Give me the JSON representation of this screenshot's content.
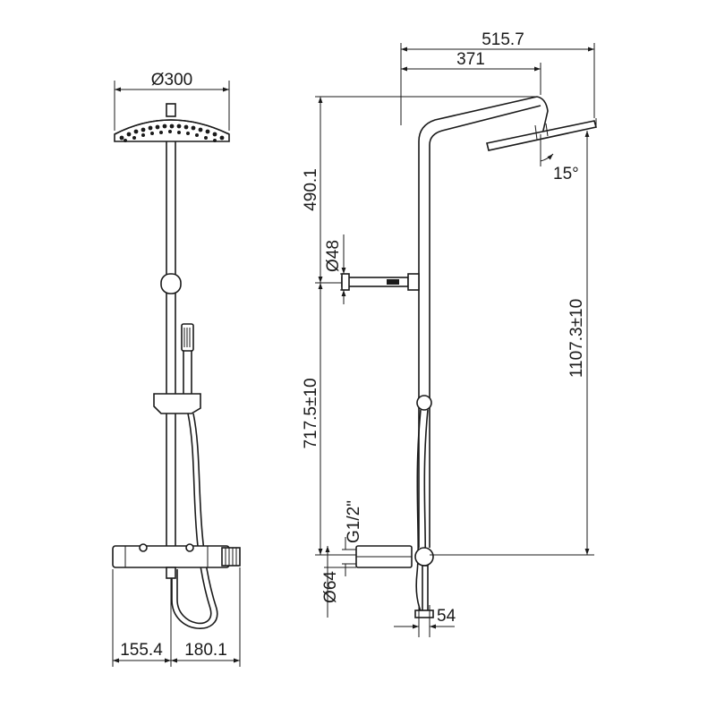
{
  "labels": {
    "dia_head": "Ø300",
    "overall_width": "515.7",
    "arm_length": "371",
    "head_height": "490.1",
    "dia_support": "Ø48",
    "overall_height": "1107.3±10",
    "lower_height": "717.5±10",
    "tilt_angle": "15°",
    "connection": "G1/2\"",
    "dia_mixer": "Ø64",
    "depth": "54",
    "left_width": "155.4",
    "right_width": "180.1"
  }
}
